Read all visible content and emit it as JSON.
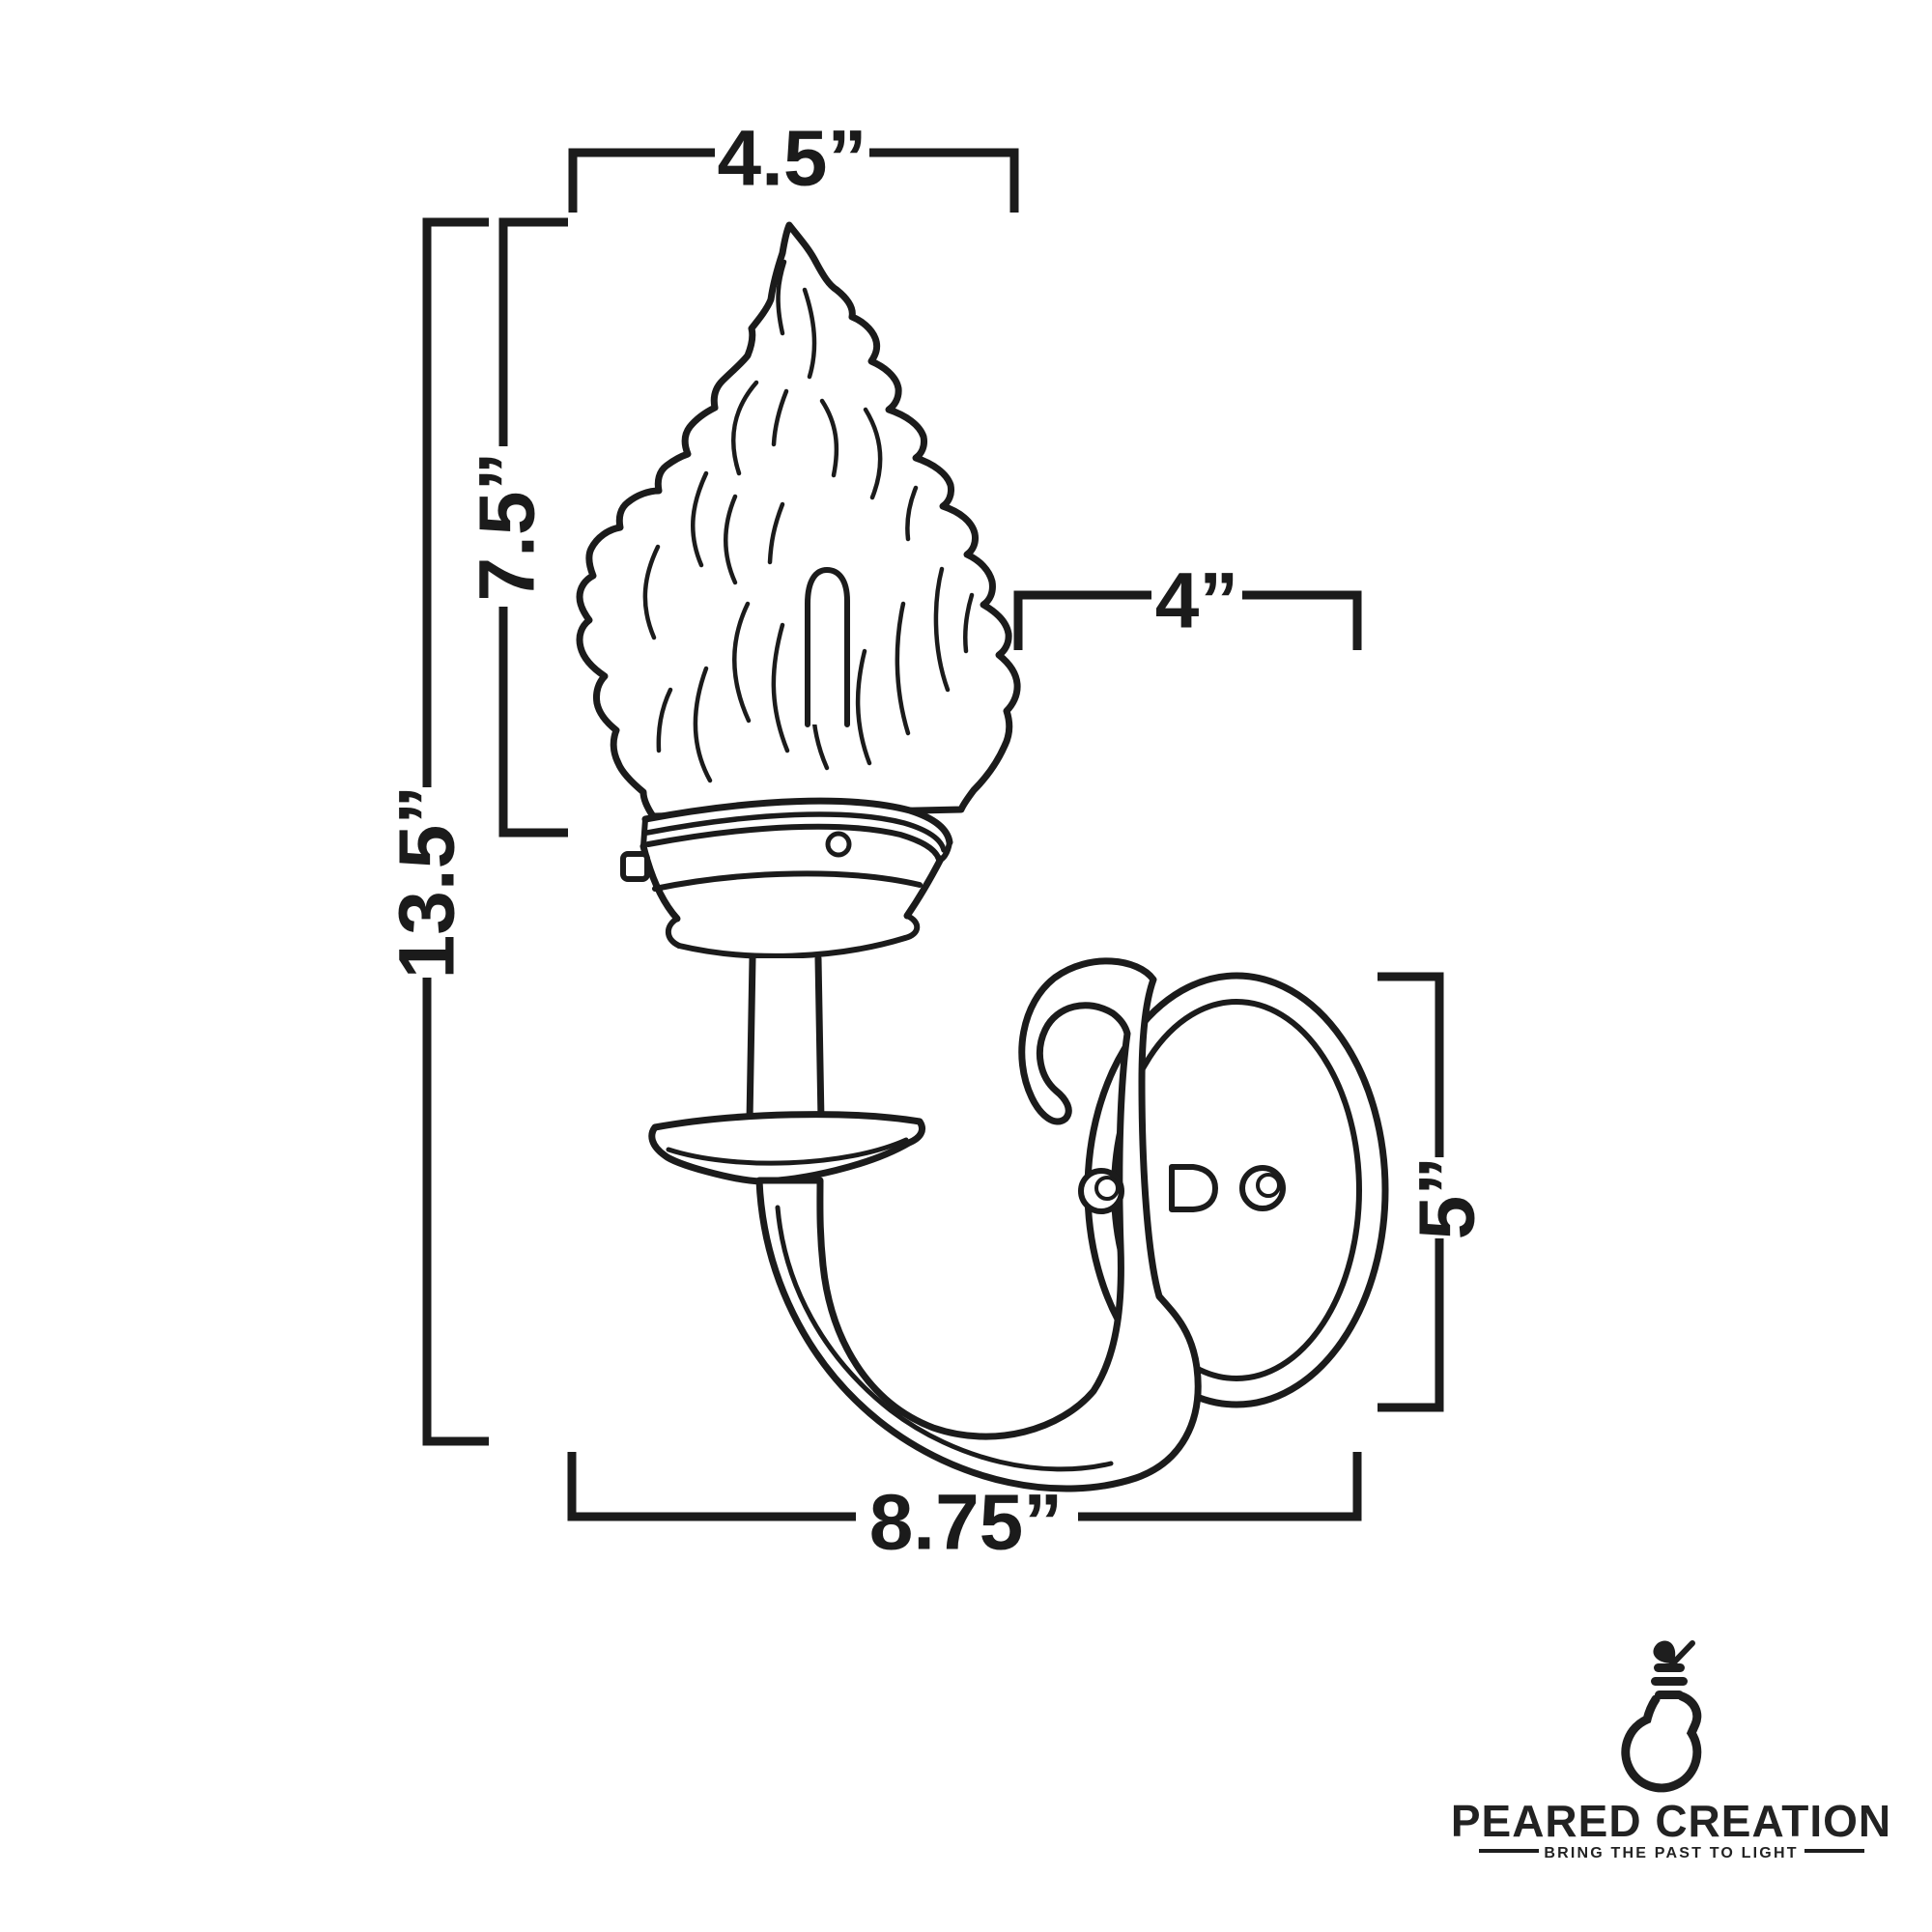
{
  "page": {
    "background": "#ffffff",
    "ink": "#1b1b1b",
    "description": "Line-art dimensional diagram of a flame-glass wall sconce"
  },
  "dimensions": {
    "shade_width": {
      "label": "4.5”"
    },
    "shade_height": {
      "label": "7.5”"
    },
    "fixture_height": {
      "label": "13.5”"
    },
    "arm_projection": {
      "label": "4”"
    },
    "backplate_height": {
      "label": "5”"
    },
    "fixture_depth": {
      "label": "8.75”"
    }
  },
  "logo": {
    "brand": "PEARED CREATION",
    "tagline": "BRING THE PAST TO LIGHT",
    "icon": "pear-lightbulb-icon"
  }
}
